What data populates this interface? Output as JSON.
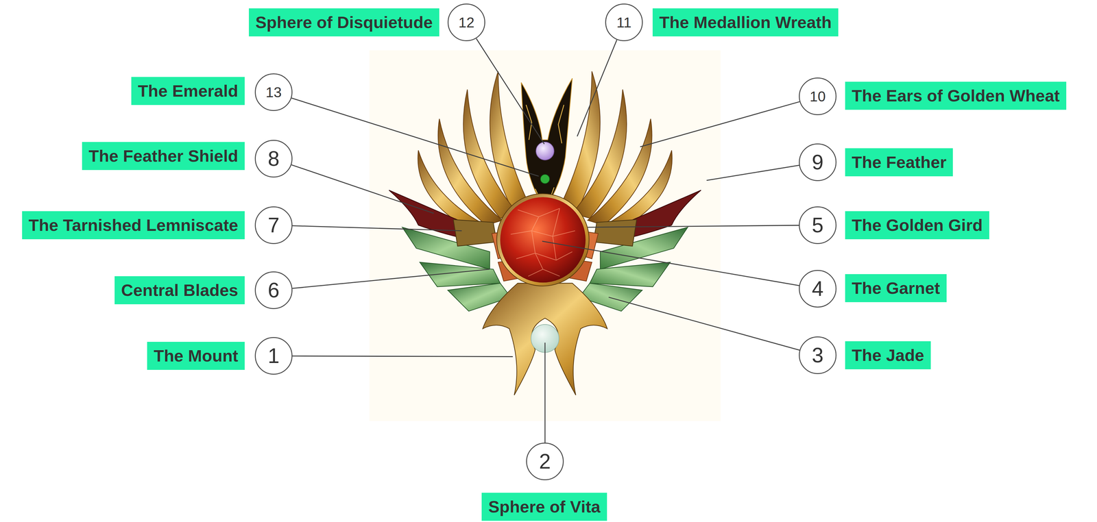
{
  "diagram": {
    "nodes": [
      {
        "text": [
          "Sphere of Disquietude"
        ]
      },
      {
        "text": [
          "12"
        ]
      },
      {
        "text": [
          "11"
        ]
      },
      {
        "text": [
          "The Medallion Wreath"
        ]
      },
      {
        "text": [
          "The Emerald"
        ]
      },
      {
        "text": [
          "13"
        ]
      },
      {
        "text": [
          "10"
        ]
      },
      {
        "text": [
          "The Ears of Golden Wheat"
        ]
      },
      {
        "text": [
          "The Feather Shield"
        ]
      },
      {
        "text": [
          "8"
        ]
      },
      {
        "text": [
          "9"
        ]
      },
      {
        "text": [
          "The Feather"
        ]
      },
      {
        "text": [
          "The Tarnished Lemniscate"
        ]
      },
      {
        "text": [
          "7"
        ]
      },
      {
        "text": [
          "5"
        ]
      },
      {
        "text": [
          "The Golden Gird"
        ]
      },
      {
        "text": [
          "Central Blades"
        ]
      },
      {
        "text": [
          "6"
        ]
      },
      {
        "text": [
          "4"
        ]
      },
      {
        "text": [
          "The Garnet"
        ]
      },
      {
        "text": [
          "The Mount"
        ]
      },
      {
        "text": [
          "1"
        ]
      },
      {
        "text": [
          "3"
        ]
      },
      {
        "text": [
          "The Jade"
        ]
      },
      {
        "text": [
          "2"
        ]
      },
      {
        "text": [
          "Sphere of Vita"
        ]
      }
    ]
  }
}
